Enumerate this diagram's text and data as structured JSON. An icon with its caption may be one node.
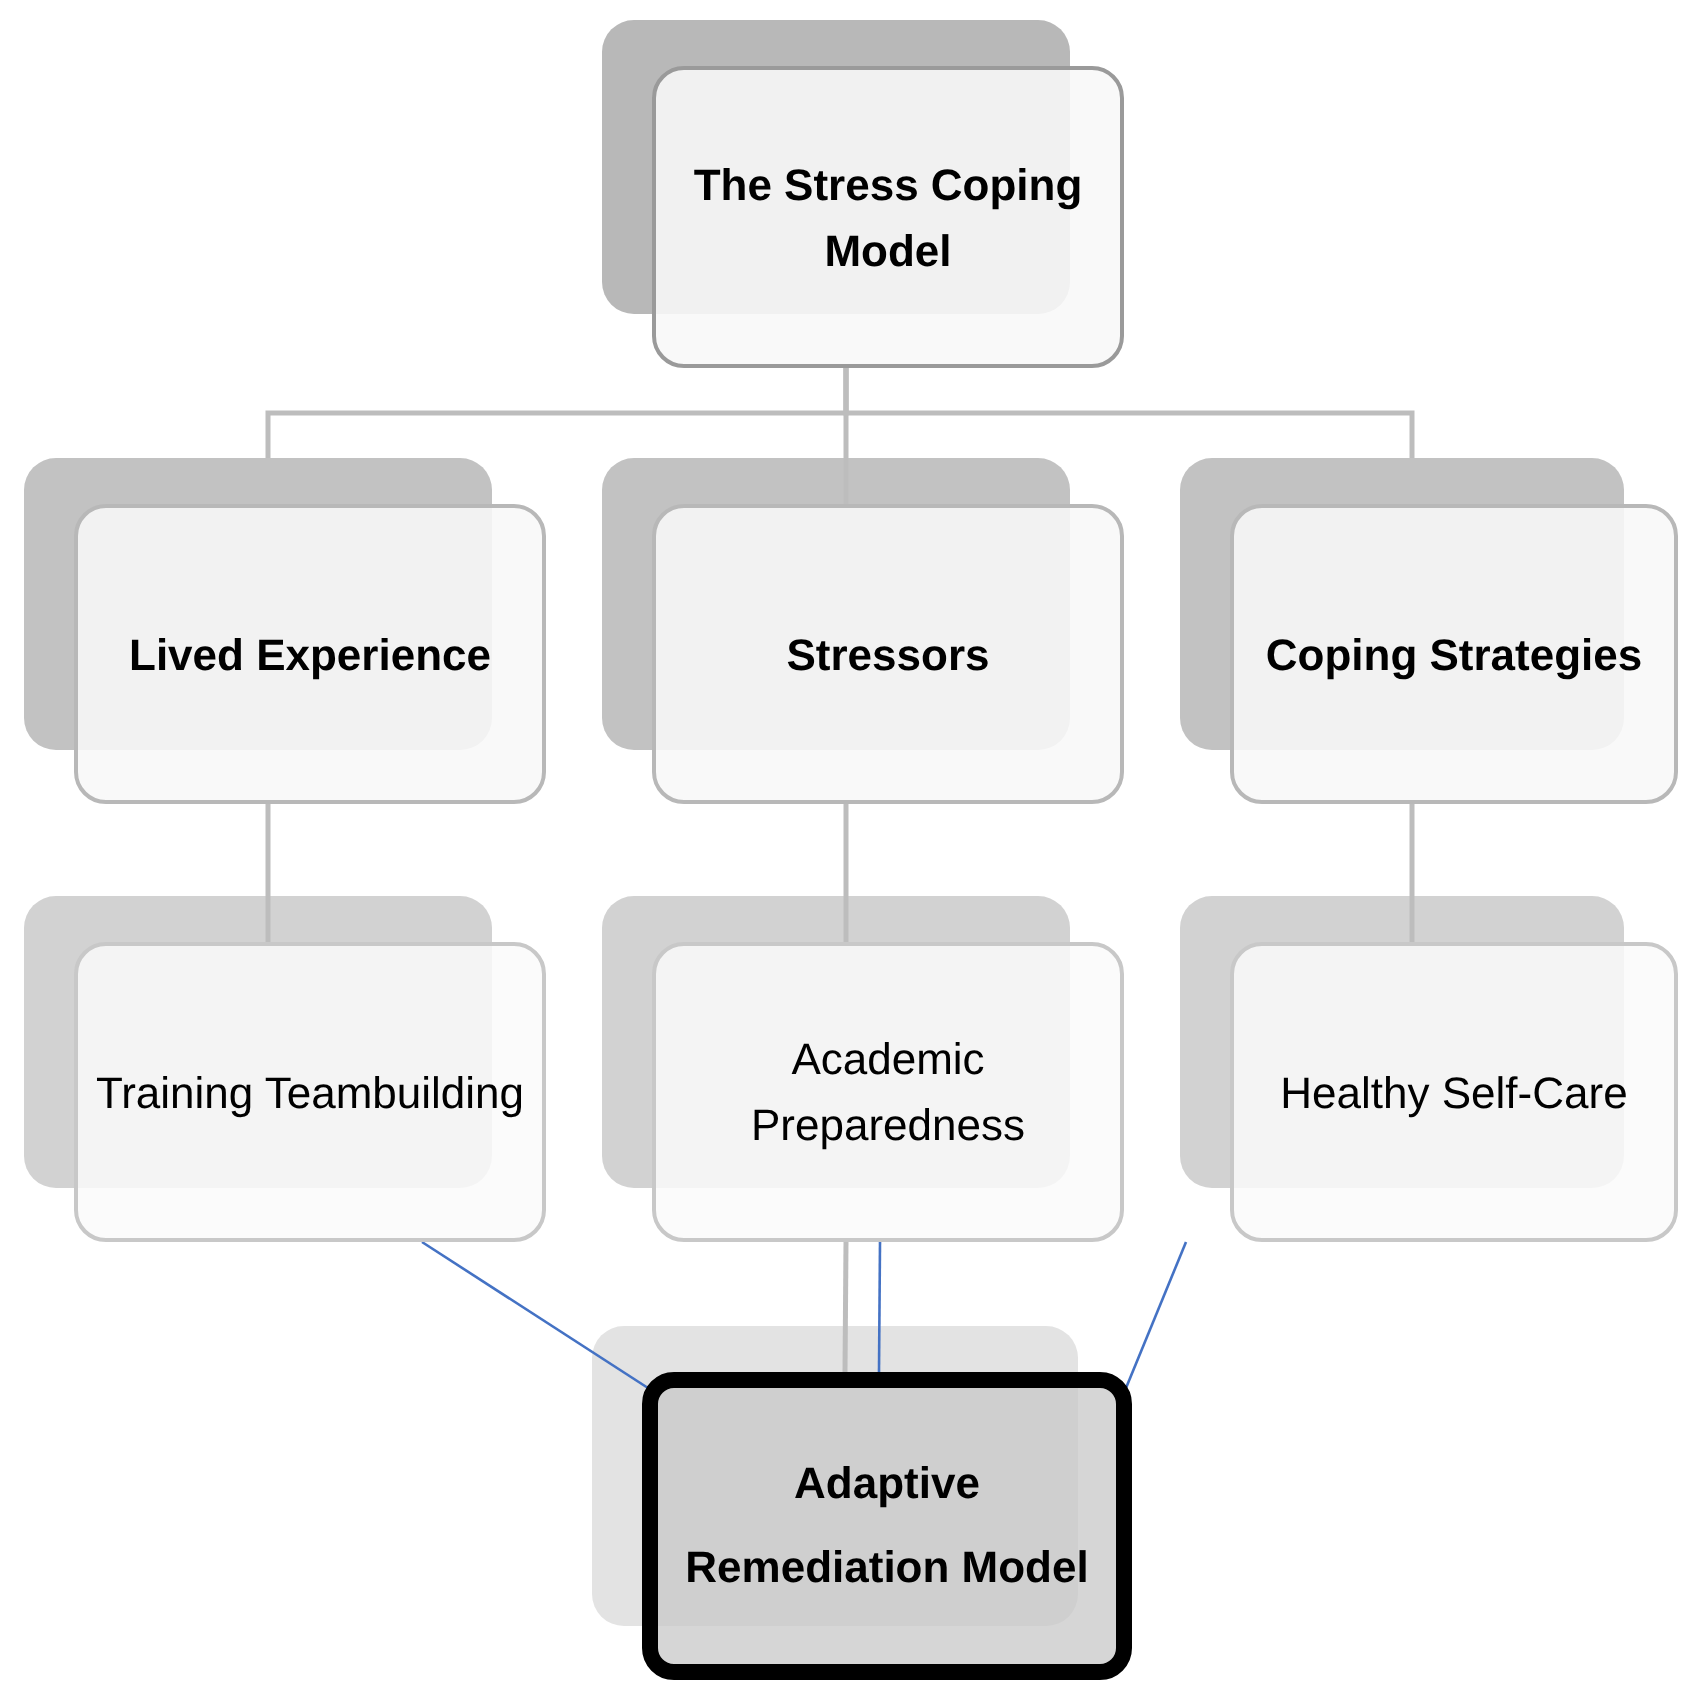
{
  "diagram": {
    "nodes": [
      {
        "text": [
          "The Stress Coping Model"
        ]
      },
      {
        "text": [
          "Lived Experience"
        ]
      },
      {
        "text": [
          "Stressors"
        ]
      },
      {
        "text": [
          "Coping Strategies"
        ]
      },
      {
        "text": [
          "Training Teambuilding"
        ]
      },
      {
        "text": [
          "Academic Preparedness"
        ]
      },
      {
        "text": [
          "Healthy Self-Care"
        ]
      },
      {
        "text": [
          "Adaptive Remediation Model"
        ]
      }
    ],
    "edges": [
      {
        "from": 0,
        "to": 1,
        "arrow": "none"
      },
      {
        "from": 0,
        "to": 2,
        "arrow": "none"
      },
      {
        "from": 0,
        "to": 3,
        "arrow": "none"
      },
      {
        "from": 1,
        "to": 4,
        "arrow": "none"
      },
      {
        "from": 2,
        "to": 5,
        "arrow": "none"
      },
      {
        "from": 3,
        "to": 6,
        "arrow": "none"
      },
      {
        "from": 5,
        "to": 7,
        "arrow": "none"
      },
      {
        "from": 4,
        "to": 7,
        "arrow": "none",
        "color": "#4472c4"
      },
      {
        "from": 5,
        "to": 7,
        "arrow": "none",
        "color": "#4472c4"
      },
      {
        "from": 6,
        "to": 7,
        "arrow": "none",
        "color": "#4472c4"
      }
    ]
  }
}
